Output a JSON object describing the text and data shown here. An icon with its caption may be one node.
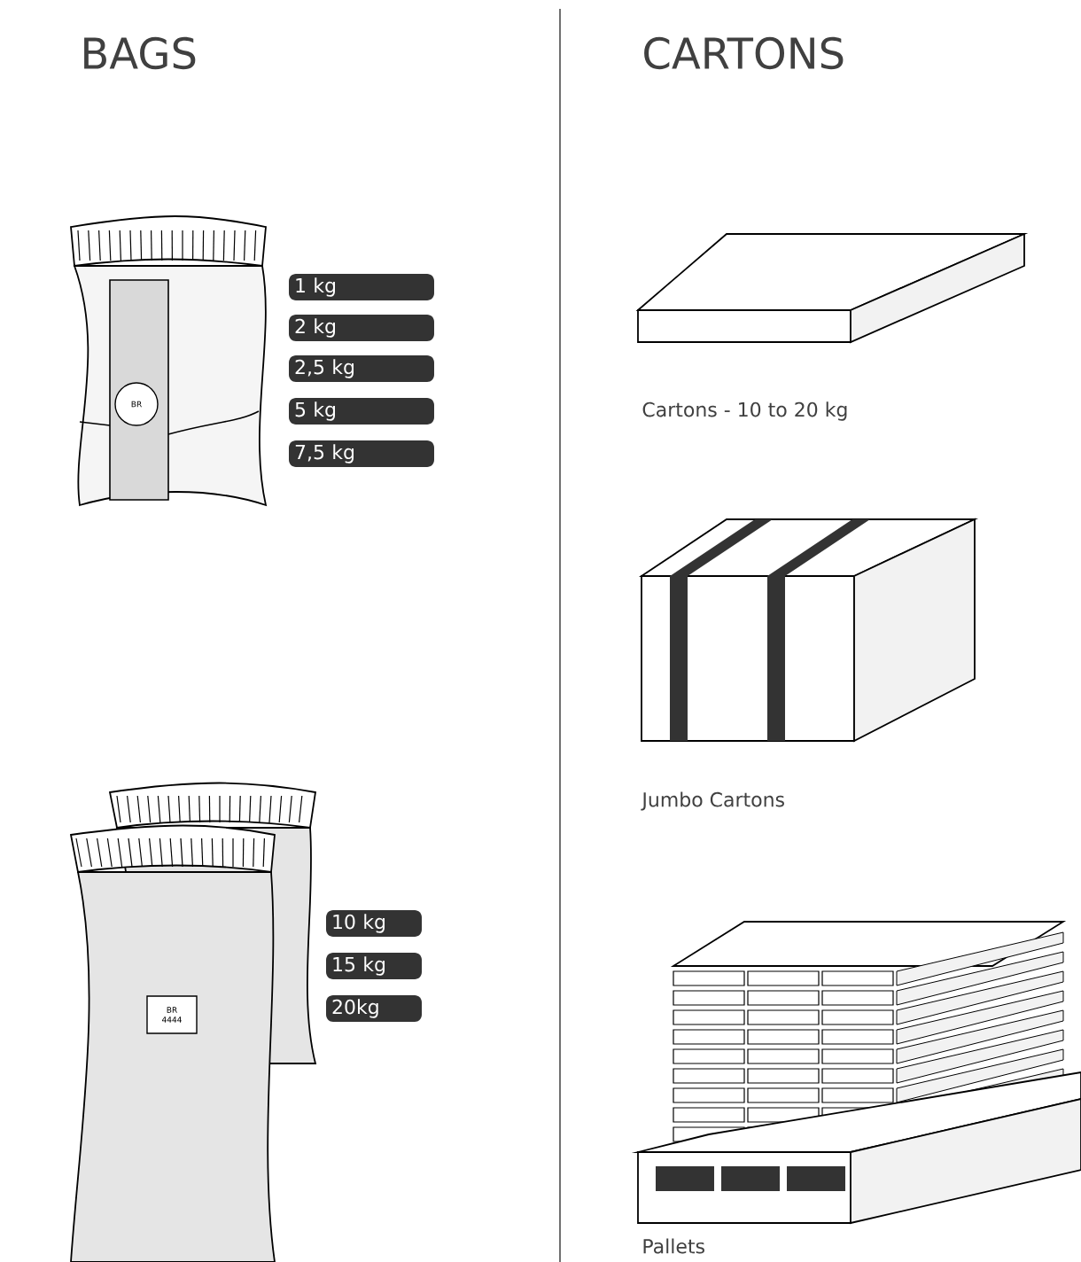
{
  "diagram": {
    "nodes": [
      {
        "text": [
          "1 kg"
        ]
      },
      {
        "text": [
          "2 kg"
        ]
      },
      {
        "text": [
          "2,5 kg"
        ]
      },
      {
        "text": [
          "5 kg"
        ]
      },
      {
        "text": [
          "7,5 kg"
        ]
      },
      {
        "text": [
          "10 kg"
        ]
      },
      {
        "text": [
          "15 kg"
        ]
      },
      {
        "text": [
          "20kg"
        ]
      }
    ],
    "edges": [],
    "labels": [
      "BAGS",
      "CARTONS",
      "BR",
      "Cartons - 10 to 20 kg",
      "Jumbo Cartons",
      "BR 4444",
      "Pallets"
    ]
  }
}
